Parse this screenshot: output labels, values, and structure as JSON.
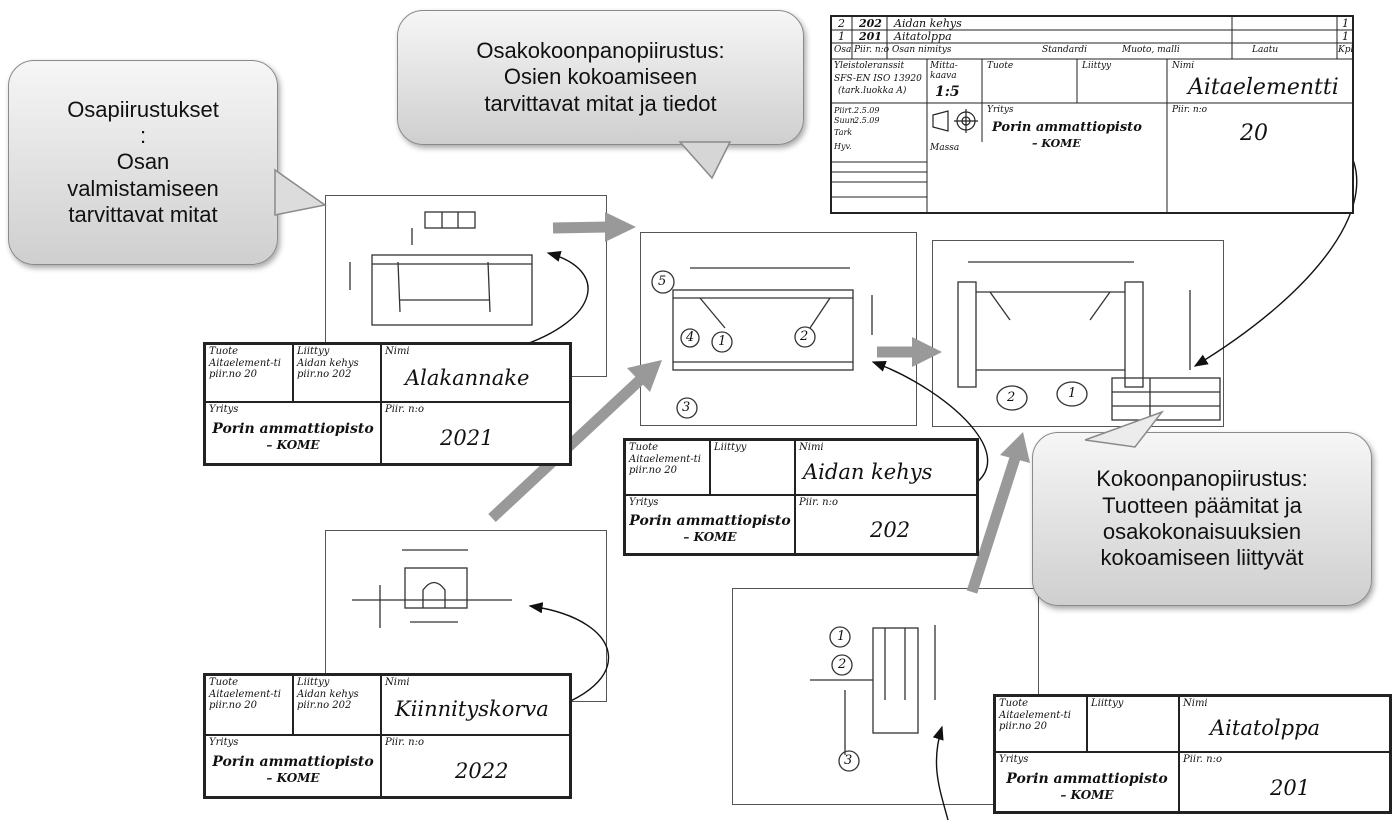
{
  "callouts": {
    "part_drawings": [
      "Osapiirustukset",
      ":",
      "Osan",
      "valmistamiseen",
      "tarvittavat mitat"
    ],
    "subassembly": [
      "Osakokoonpanopiirustus:",
      "Osien kokoamiseen",
      "tarvittavat mitat ja tiedot"
    ],
    "assembly": [
      "Kokoonpanopiirustus:",
      "Tuotteen päämitat ja",
      "osakokonaisuuksien",
      "kokoamiseen liittyvät"
    ]
  },
  "labels": {
    "tuote": "Tuote",
    "liittyy": "Liittyy",
    "nimi": "Nimi",
    "yritys": "Yritys",
    "piirno": "Piir. n:o"
  },
  "company": {
    "line1": "Porin ammattiopisto",
    "line2": "– KOME"
  },
  "title_blocks": [
    {
      "tuote": "Aitaelement-ti piir.no 20",
      "liittyy": "Aidan kehys piir.no 202",
      "nimi": "Alakannake",
      "piirno": "2021"
    },
    {
      "tuote": "Aitaelement-ti piir.no 20",
      "liittyy": "Aidan kehys piir.no 202",
      "nimi": "Kiinnityskorva",
      "piirno": "2022"
    },
    {
      "tuote": "Aitaelement-ti piir.no 20",
      "liittyy": "",
      "nimi": "Aidan kehys",
      "piirno": "202"
    },
    {
      "tuote": "Aitaelement-ti piir.no 20",
      "liittyy": "",
      "nimi": "Aitatolppa",
      "piirno": "201"
    }
  ],
  "bom": {
    "rows": [
      {
        "osa": "2",
        "piirno": "202",
        "nimitys": "Aidan kehys",
        "kpl": "1"
      },
      {
        "osa": "1",
        "piirno": "201",
        "nimitys": "Aitatolppa",
        "kpl": "1"
      }
    ],
    "headers": {
      "osa": "Osa",
      "piirno": "Piir. n:o",
      "nimitys": "Osan nimitys",
      "standardi": "Standardi",
      "muoto": "Muoto, malli",
      "laatu": "Laatu",
      "kpl": "Kpl"
    },
    "yleistoleranssi": "Yleistoleranssit",
    "standard": "SFS-EN ISO 13920",
    "tark_luokka": "(tark.luokka A)",
    "mittakaava_label": "Mitta-kaava",
    "mittakaava": "1:5",
    "tuote_label": "Tuote",
    "liittyy_label": "Liittyy",
    "nimi_label": "Nimi",
    "nimi": "Aitaelementti",
    "piirt": "Piirt.",
    "suun": "Suun.",
    "tark": "Tark",
    "hyv": "Hyv.",
    "date1": "2.5.09",
    "date2": "2.5.09",
    "massa": "Massa",
    "yritys_label": "Yritys",
    "piirno_label": "Piir. n:o",
    "piirno": "20"
  },
  "balloons": [
    "5",
    "4",
    "1",
    "2",
    "3",
    "2",
    "1",
    "1",
    "2",
    "3"
  ],
  "colors": {
    "arrow": "#999999",
    "ink": "#222222"
  }
}
